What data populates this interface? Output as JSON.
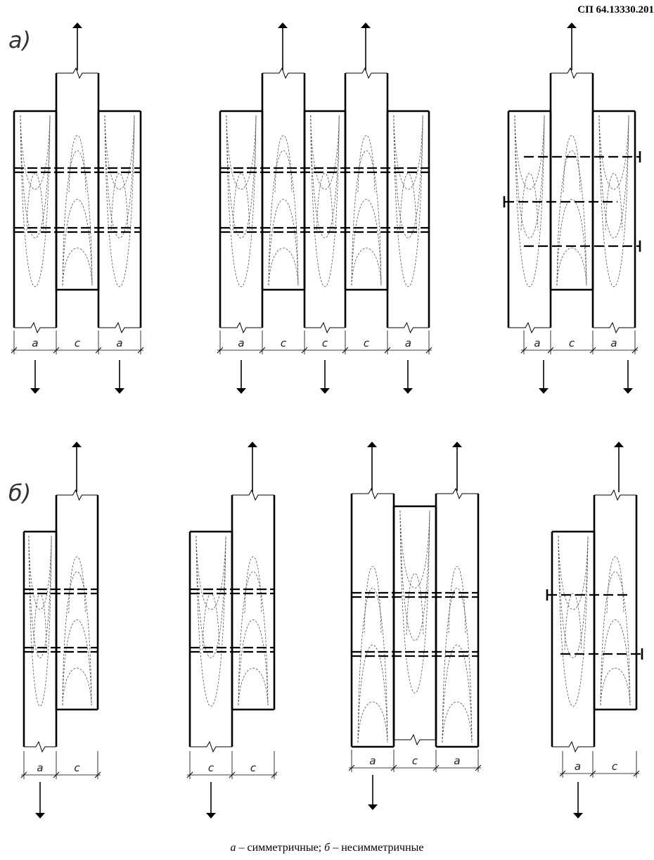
{
  "document": {
    "code": "СП 64.13330.201"
  },
  "row_labels": {
    "row_a": "а)",
    "row_b": "б)"
  },
  "dimension_labels": {
    "a": "а",
    "c": "с"
  },
  "caption": {
    "a_letter": "а",
    "a_text": " – симметричные; ",
    "b_letter": "б",
    "b_text": " – несимметричные"
  },
  "colors": {
    "line": "#000000",
    "grain": "#555555"
  }
}
